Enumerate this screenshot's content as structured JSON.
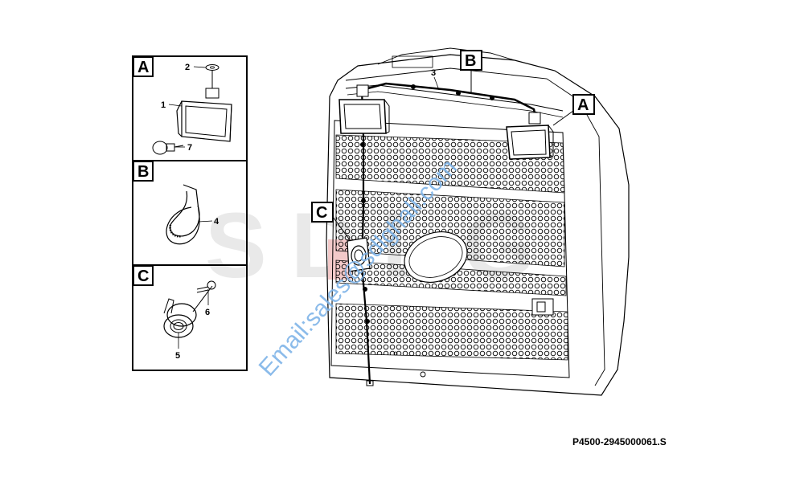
{
  "detail_panels": [
    {
      "letter": "A",
      "callouts": [
        "2",
        "1",
        "7"
      ]
    },
    {
      "letter": "B",
      "callouts": [
        "4"
      ]
    },
    {
      "letter": "C",
      "callouts": [
        "6",
        "5"
      ]
    }
  ],
  "main_callouts": {
    "harness": "3"
  },
  "main_labels": {
    "top": "B",
    "right_lamp": "A",
    "left_socket": "C"
  },
  "watermark_text": "Email:sales@sdlghall.com",
  "logo_text": "SDLG",
  "drawing_number": "P4500-2945000061.S",
  "colors": {
    "line": "#000000",
    "watermark": "#7fb4e8",
    "logo_gray": "#e9e9e9",
    "logo_red": "#f3c9c9"
  }
}
